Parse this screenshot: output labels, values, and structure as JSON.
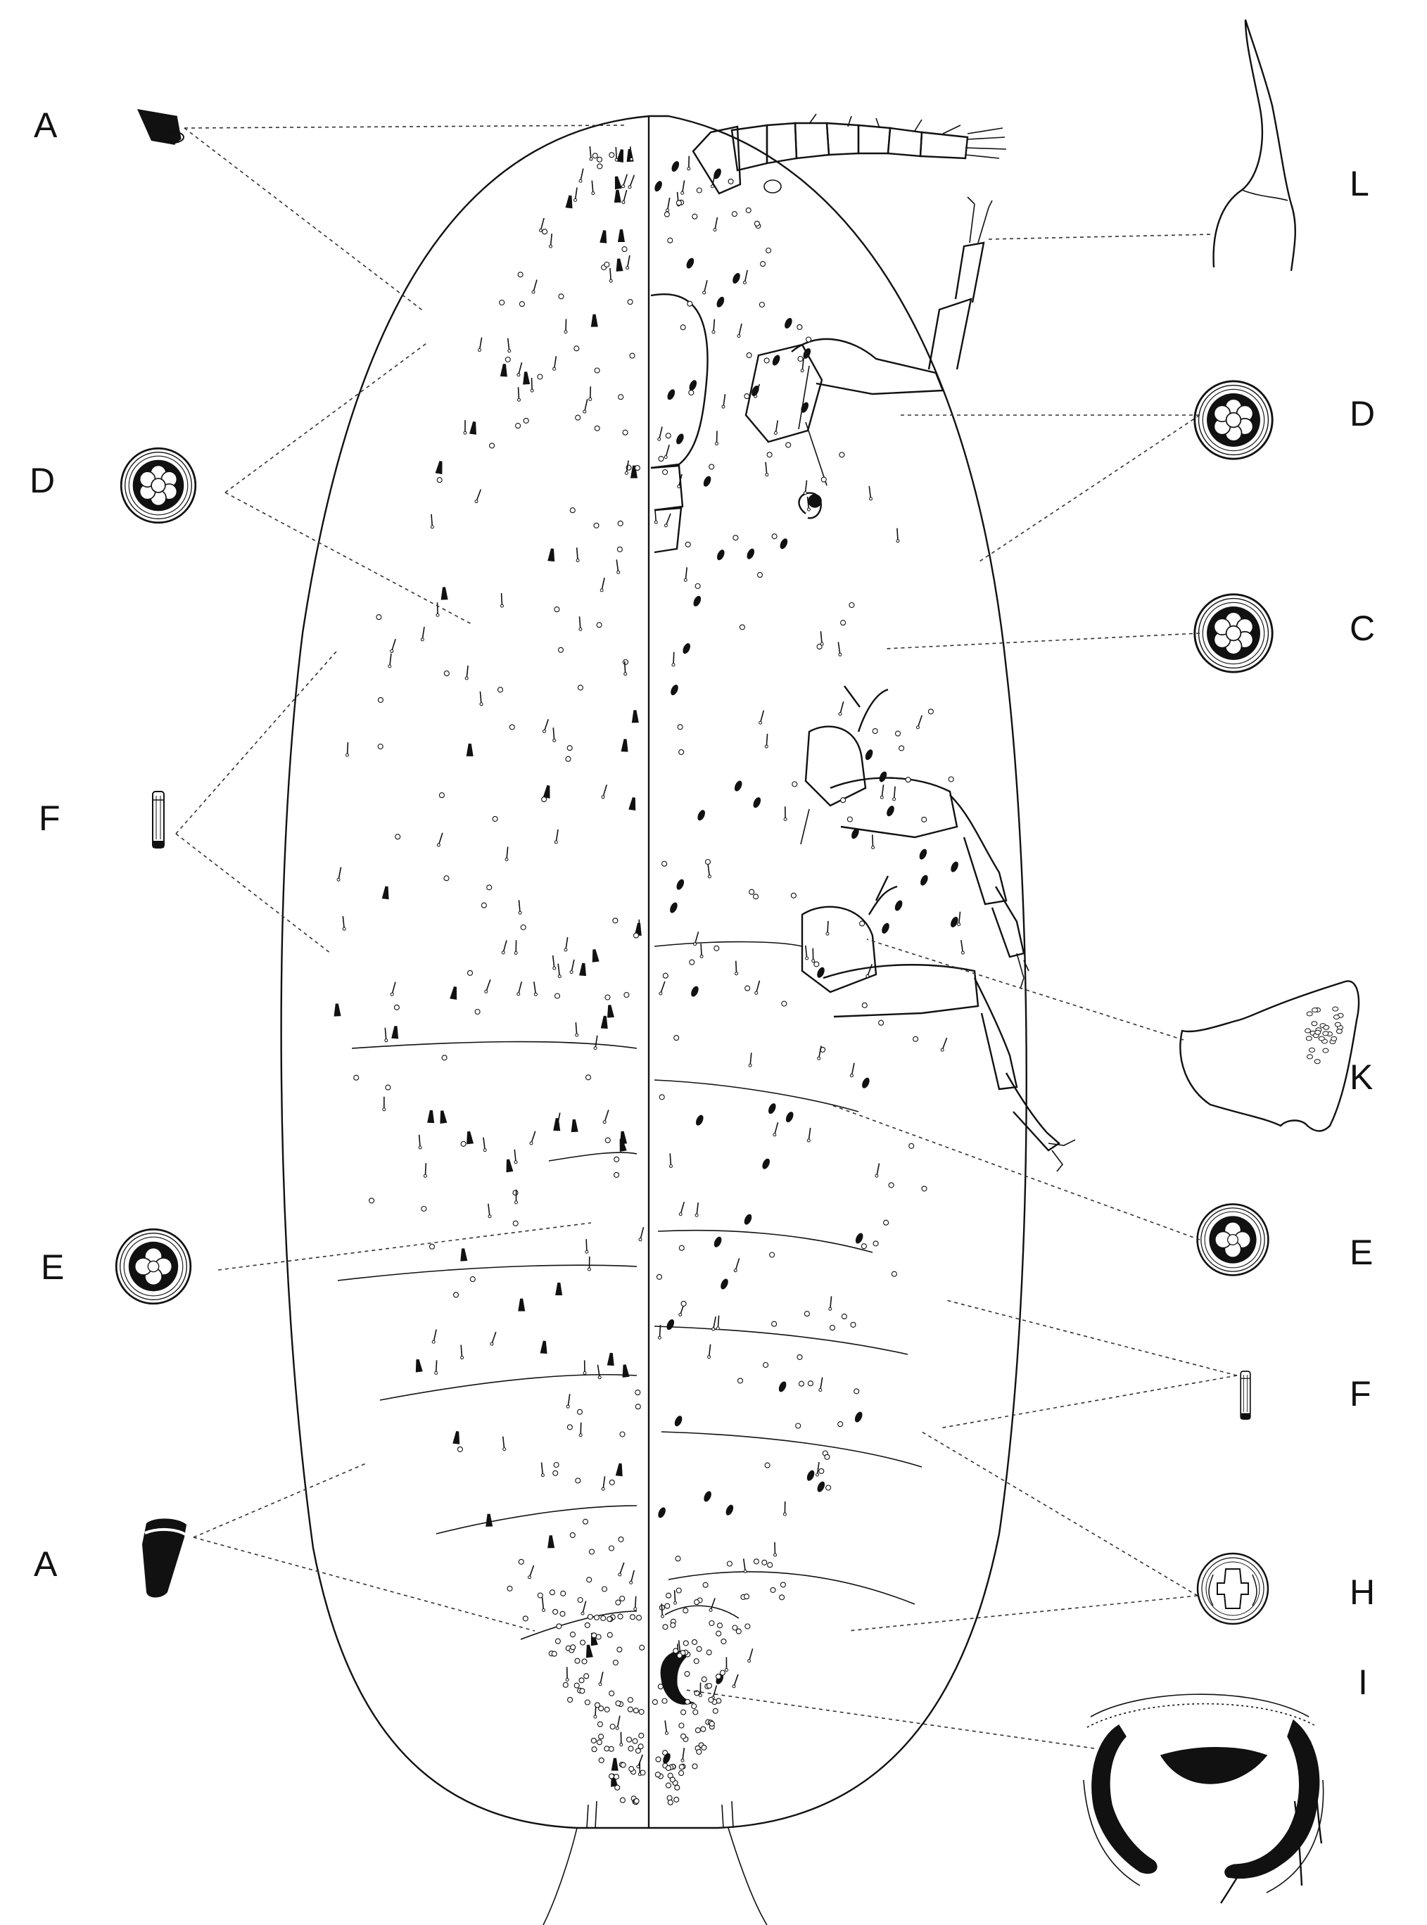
{
  "labels": {
    "A_top": "A",
    "D_left": "D",
    "F_left": "F",
    "E_left": "E",
    "A_bottom": "A",
    "L": "L",
    "D_right": "D",
    "C": "C",
    "K": "K",
    "E_right": "E",
    "F_right": "F",
    "H": "H",
    "I": "I"
  },
  "colors": {
    "ink": "#111111",
    "background": "#ffffff"
  }
}
